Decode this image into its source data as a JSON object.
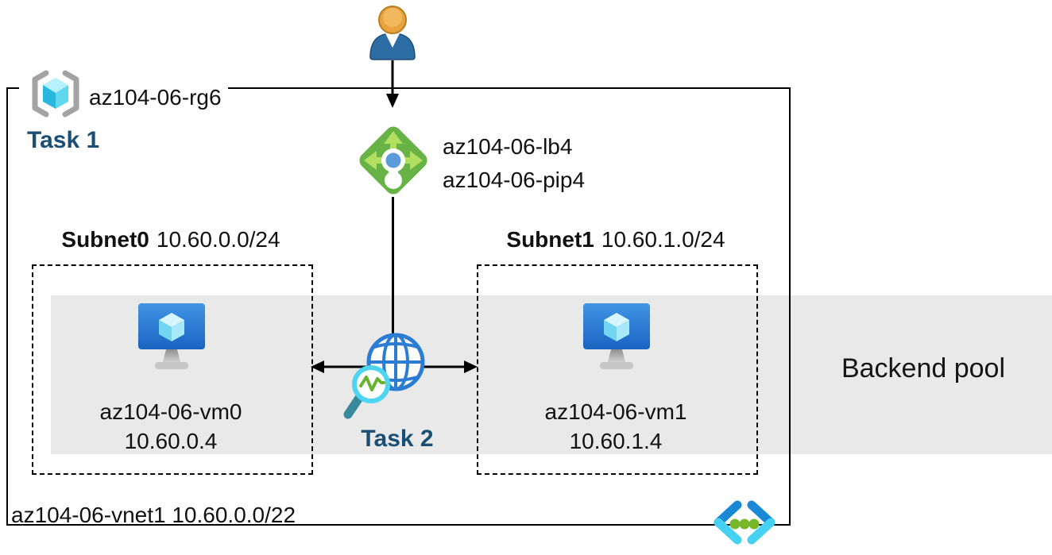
{
  "colors": {
    "task-label": "#1b4e74",
    "backend-band": "#e9e9e9",
    "line": "#000000",
    "lb-green": "#67b345",
    "lb-arrow-green": "#b2df60",
    "lb-dot-blue": "#5d9cdb",
    "globe-blue": "#2b7cd3",
    "watcher-ring-cyan": "#4fd5f2",
    "watcher-zigzag-green": "#66b32e",
    "watcher-handle-teal": "#38899b",
    "vm-screen-blue": "#2b86dd",
    "cube-cyan": "#50d7f0",
    "rg-bracket-gray": "#a3a3a3",
    "person-head-orange": "#e8a33d",
    "person-body-blue": "#2e6da4",
    "vnet-dark-blue": "#1989d6",
    "vnet-cyan": "#45d1f2",
    "vnet-dot-green": "#76b82a"
  },
  "resource_group": {
    "name": "az104-06-rg6",
    "task_label": "Task 1"
  },
  "load_balancer": {
    "name": "az104-06-lb4",
    "public_ip_name": "az104-06-pip4"
  },
  "subnets": [
    {
      "name": "Subnet0",
      "cidr": "10.60.0.0/24",
      "vm": {
        "name": "az104-06-vm0",
        "ip": "10.60.0.4"
      }
    },
    {
      "name": "Subnet1",
      "cidr": "10.60.1.0/24",
      "vm": {
        "name": "az104-06-vm1",
        "ip": "10.60.1.4"
      }
    }
  ],
  "network_watcher": {
    "task_label": "Task 2"
  },
  "backend_pool": {
    "label": "Backend pool"
  },
  "virtual_network": {
    "label": "az104-06-vnet1 10.60.0.0/22"
  }
}
